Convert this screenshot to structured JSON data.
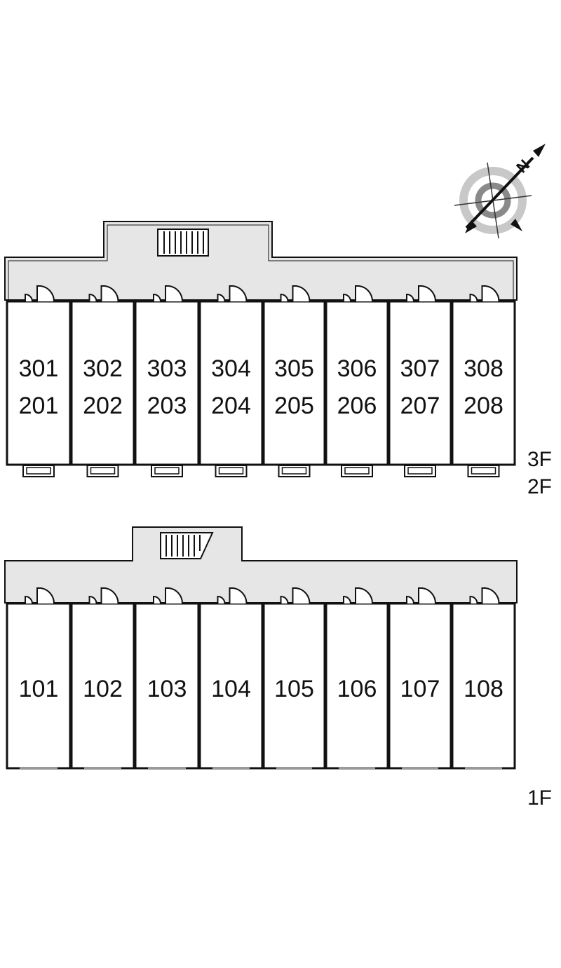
{
  "compass": {
    "north_label": "N",
    "icon": "north-compass-icon"
  },
  "upper": {
    "floor_label_top": "3F",
    "floor_label_bottom": "2F",
    "units": [
      {
        "top": "301",
        "bottom": "201"
      },
      {
        "top": "302",
        "bottom": "202"
      },
      {
        "top": "303",
        "bottom": "203"
      },
      {
        "top": "304",
        "bottom": "204"
      },
      {
        "top": "305",
        "bottom": "205"
      },
      {
        "top": "306",
        "bottom": "206"
      },
      {
        "top": "307",
        "bottom": "207"
      },
      {
        "top": "308",
        "bottom": "208"
      }
    ]
  },
  "ground": {
    "floor_label": "1F",
    "units": [
      "101",
      "102",
      "103",
      "104",
      "105",
      "106",
      "107",
      "108"
    ]
  },
  "colors": {
    "corridor": "#e6e6e6",
    "wall": "#111111",
    "background": "#ffffff"
  }
}
